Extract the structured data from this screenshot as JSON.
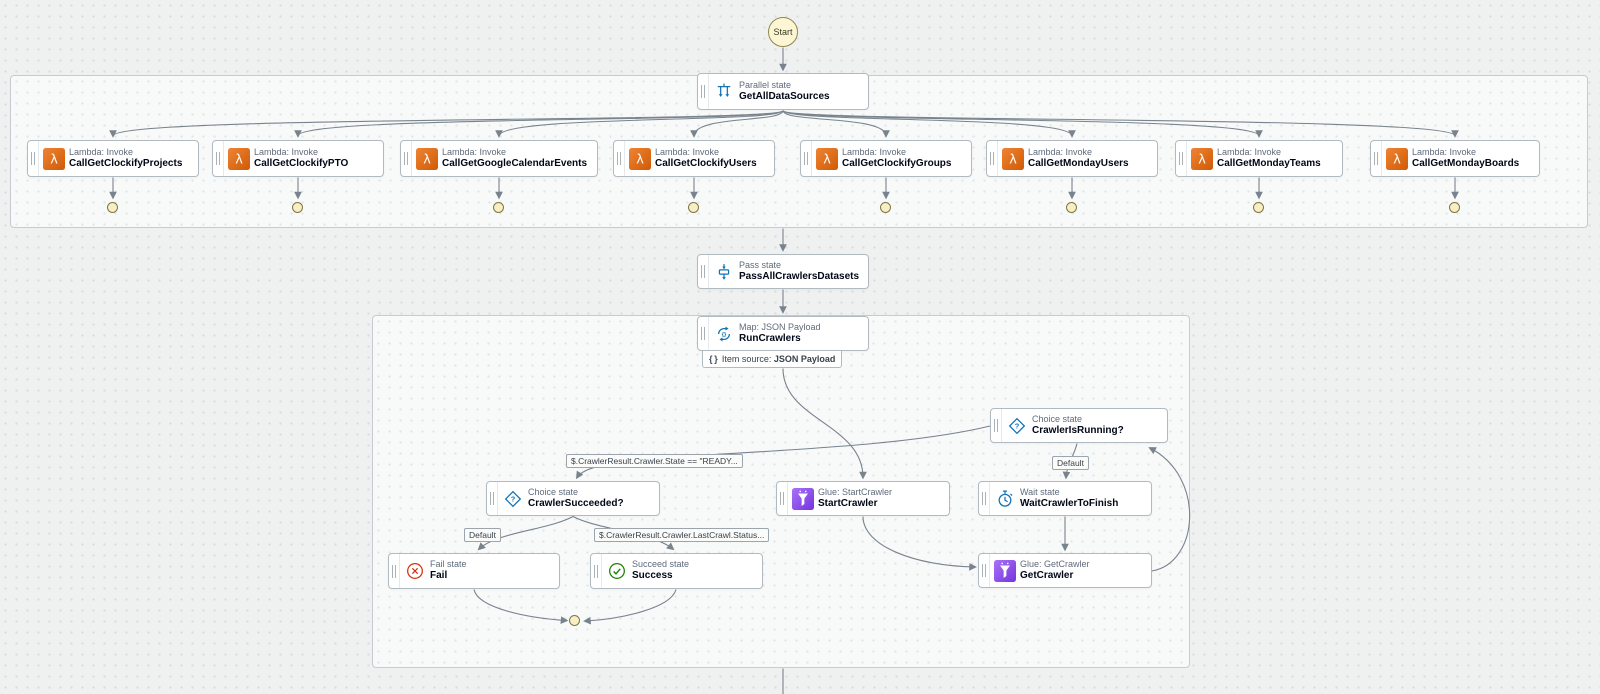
{
  "diagram": {
    "start_label": "Start",
    "parallel_state": {
      "type": "Parallel state",
      "name": "GetAllDataSources",
      "icon": "parallel-state-icon"
    },
    "lambda_states": [
      {
        "type": "Lambda: Invoke",
        "name": "CallGetClockifyProjects",
        "icon": "lambda-icon"
      },
      {
        "type": "Lambda: Invoke",
        "name": "CallGetClockifyPTO",
        "icon": "lambda-icon"
      },
      {
        "type": "Lambda: Invoke",
        "name": "CallGetGoogleCalendarEvents",
        "icon": "lambda-icon"
      },
      {
        "type": "Lambda: Invoke",
        "name": "CallGetClockifyUsers",
        "icon": "lambda-icon"
      },
      {
        "type": "Lambda: Invoke",
        "name": "CallGetClockifyGroups",
        "icon": "lambda-icon"
      },
      {
        "type": "Lambda: Invoke",
        "name": "CallGetMondayUsers",
        "icon": "lambda-icon"
      },
      {
        "type": "Lambda: Invoke",
        "name": "CallGetMondayTeams",
        "icon": "lambda-icon"
      },
      {
        "type": "Lambda: Invoke",
        "name": "CallGetMondayBoards",
        "icon": "lambda-icon"
      }
    ],
    "pass_state": {
      "type": "Pass state",
      "name": "PassAllCrawlersDatasets",
      "icon": "pass-state-icon"
    },
    "map_state": {
      "type": "Map: JSON Payload",
      "name": "RunCrawlers",
      "icon": "map-state-icon",
      "item_source": {
        "icon": "braces-icon",
        "prefix": "Item source: ",
        "value": "JSON Payload"
      }
    },
    "choice_crawler_is_running": {
      "type": "Choice state",
      "name": "CrawlerIsRunning?",
      "icon": "choice-state-icon"
    },
    "glue_start_crawler": {
      "type": "Glue: StartCrawler",
      "name": "StartCrawler",
      "icon": "glue-icon"
    },
    "wait_state": {
      "type": "Wait state",
      "name": "WaitCrawlerToFinish",
      "icon": "wait-state-icon"
    },
    "choice_crawler_succeeded": {
      "type": "Choice state",
      "name": "CrawlerSucceeded?",
      "icon": "choice-state-icon"
    },
    "fail_state": {
      "type": "Fail state",
      "name": "Fail",
      "icon": "fail-icon"
    },
    "succeed_state": {
      "type": "Succeed state",
      "name": "Success",
      "icon": "succeed-icon"
    },
    "glue_get_crawler": {
      "type": "Glue: GetCrawler",
      "name": "GetCrawler",
      "icon": "glue-icon"
    },
    "edge_labels": {
      "crawler_ready_condition": "$.CrawlerResult.Crawler.State == \"READY...",
      "crawler_is_running_default": "Default",
      "crawler_succeeded_default": "Default",
      "last_crawl_status_condition": "$.CrawlerResult.Crawler.LastCrawl.Status..."
    },
    "colors": {
      "lambda_orange": "#dd6b10",
      "glue_purple": "#8c4fff",
      "flow_blue": "#1273b7",
      "fail_red": "#d13212",
      "succeed_green": "#1d8102",
      "edge_gray": "#78838e"
    }
  }
}
